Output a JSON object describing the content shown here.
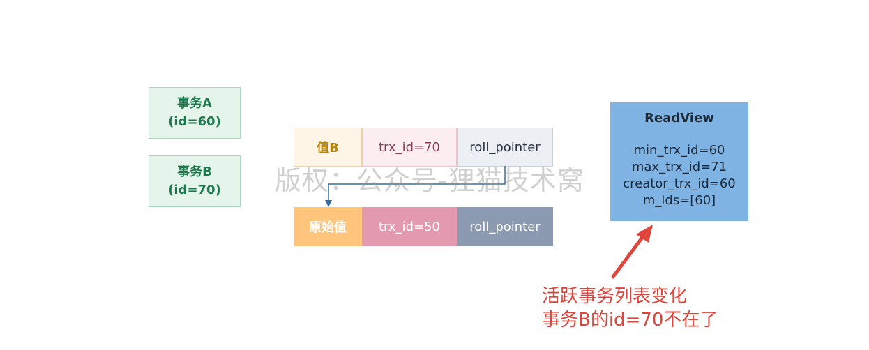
{
  "transactions": [
    {
      "name": "事务A",
      "id_label": "(id=60)"
    },
    {
      "name": "事务B",
      "id_label": "(id=70)"
    }
  ],
  "undo_log": {
    "current": {
      "value": "值B",
      "trx_id": "trx_id=70",
      "roll_pointer": "roll_pointer"
    },
    "original": {
      "value": "原始值",
      "trx_id": "trx_id=50",
      "roll_pointer": "roll_pointer"
    }
  },
  "readview": {
    "title": "ReadView",
    "min_trx_id": "min_trx_id=60",
    "max_trx_id": "max_trx_id=71",
    "creator_trx_id": "creator_trx_id=60",
    "m_ids": "m_ids=[60]"
  },
  "watermark": "版权：公众号-狸猫技术窝",
  "annotation": {
    "line1": "活跃事务列表变化",
    "line2": "事务B的id=70不在了"
  },
  "colors": {
    "annotation": "#e0443a",
    "pointer_arrow": "#2e6da4",
    "readview_bg": "#7eb3e3"
  }
}
